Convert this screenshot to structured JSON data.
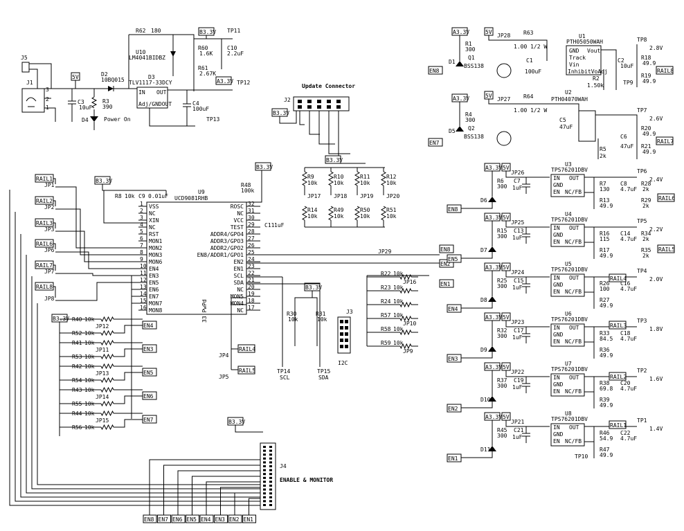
{
  "refdes": {
    "J1": "J1",
    "J2": "J2",
    "J3": "J3",
    "J4": "J4",
    "J5": "J5",
    "U1": "U1",
    "U2": "U2",
    "U3": "U3",
    "U4": "U4",
    "U5": "U5",
    "U6": "U6",
    "U7": "U7",
    "U8": "U8",
    "U9": "U9",
    "U10": "U10",
    "D1": "D1",
    "D2": "D2",
    "D3": "D3",
    "D4": "D4",
    "D5": "D5",
    "D6": "D6",
    "D7": "D7",
    "D8": "D8",
    "D9": "D9",
    "D10": "D10",
    "D11": "D11",
    "Q1": "Q1",
    "Q2": "Q2"
  },
  "texts": {
    "update_connector": "Update Connector",
    "i2c": "I2C",
    "enable_monitor": "ENABLE & MONITOR",
    "power_on": "Power On",
    "scl": "SCL",
    "sda": "SDA",
    "tp14": "TP14",
    "tp15": "TP15",
    "tp13": "TP13",
    "tp11": "TP11",
    "tp12": "TP12",
    "tp10": "TP10"
  },
  "parts": {
    "u9": "UCD9081RHB",
    "u10": "LM4041BIDBZ",
    "d3": "TLV1117-33DCY",
    "u1": "PTH05050WAH",
    "u2": "PTH04070WAH",
    "tps": "TPS76201DBV",
    "bss": "BSS138",
    "diode": "10BQ015"
  },
  "power_labels": {
    "b3v3": "B3.3V",
    "a3v3": "A3.3V",
    "v5": "5V"
  },
  "rail_outputs": [
    {
      "tp": "TP8",
      "volt": "2.8V",
      "rail": "RAIL8"
    },
    {
      "tp": "TP7",
      "volt": "2.6V",
      "rail": "RAIL7"
    },
    {
      "tp": "TP6",
      "volt": "2.4V",
      "rail": "RAIL6"
    },
    {
      "tp": "TP5",
      "volt": "2.2V",
      "rail": "RAIL5"
    },
    {
      "tp": "TP4",
      "volt": "2.0V",
      "rail": "RAIL4"
    },
    {
      "tp": "TP3",
      "volt": "1.8V",
      "rail": "RAIL3"
    },
    {
      "tp": "TP2",
      "volt": "1.6V",
      "rail": "RAIL2"
    },
    {
      "tp": "TP1",
      "volt": "1.4V",
      "rail": "RAIL1"
    }
  ],
  "u9_left_pins": [
    {
      "pin": "1",
      "name": "VSS"
    },
    {
      "pin": "2",
      "name": "NC"
    },
    {
      "pin": "3",
      "name": "XIN"
    },
    {
      "pin": "4",
      "name": "NC"
    },
    {
      "pin": "5",
      "name": "RST"
    },
    {
      "pin": "6",
      "name": "MON1"
    },
    {
      "pin": "7",
      "name": "MON2"
    },
    {
      "pin": "8",
      "name": "MON3"
    },
    {
      "pin": "9",
      "name": "MON6"
    },
    {
      "pin": "10",
      "name": "EN4"
    },
    {
      "pin": "11",
      "name": "EN3"
    },
    {
      "pin": "12",
      "name": "EN5"
    },
    {
      "pin": "13",
      "name": "EN6"
    },
    {
      "pin": "14",
      "name": "EN7"
    },
    {
      "pin": "15",
      "name": "MON7"
    },
    {
      "pin": "16",
      "name": "MON8"
    }
  ],
  "u9_right_pins": [
    {
      "pin": "32",
      "name": "ROSC"
    },
    {
      "pin": "31",
      "name": "NC"
    },
    {
      "pin": "30",
      "name": "VCC"
    },
    {
      "pin": "29",
      "name": "TEST"
    },
    {
      "pin": "28",
      "name": "ADDR4/GPO4"
    },
    {
      "pin": "27",
      "name": "ADDR3/GPO3"
    },
    {
      "pin": "26",
      "name": "ADDR2/GPO2"
    },
    {
      "pin": "25",
      "name": "EN8/ADDR1/GPO1"
    },
    {
      "pin": "24",
      "name": "EN2"
    },
    {
      "pin": "23",
      "name": "EN1"
    },
    {
      "pin": "22",
      "name": "SCL"
    },
    {
      "pin": "21",
      "name": "SDA"
    },
    {
      "pin": "20",
      "name": "NC"
    },
    {
      "pin": "19",
      "name": "MON5"
    },
    {
      "pin": "18",
      "name": "MON4"
    },
    {
      "pin": "17",
      "name": "NC"
    }
  ],
  "left_rails": [
    "RAIL1",
    "RAIL2",
    "RAIL3",
    "RAIL6",
    "RAIL7",
    "RAIL8"
  ],
  "left_jumpers": [
    "JP1",
    "JP2",
    "JP3",
    "JP6",
    "JP7",
    "JP8"
  ],
  "bottom_en_labels": [
    "EN8",
    "EN7",
    "EN6",
    "EN5",
    "EN4",
    "EN3",
    "EN2",
    "EN1"
  ],
  "en_pullups": [
    {
      "r": "R40",
      "v": "10k",
      "r2": "R52",
      "v2": "10k",
      "jp": "JP12",
      "en": "EN4"
    },
    {
      "r": "R41",
      "v": "10k",
      "r2": "R53",
      "v2": "10k",
      "jp": "JP11",
      "en": "EN3"
    },
    {
      "r": "R42",
      "v": "10k",
      "r2": "R54",
      "v2": "10k",
      "jp": "JP13",
      "en": "EN5"
    },
    {
      "r": "R43",
      "v": "10k",
      "r2": "R55",
      "v2": "10k",
      "jp": "JP14",
      "en": "EN6"
    },
    {
      "r": "R44",
      "v": "10k",
      "r2": "R56",
      "v2": "10k",
      "jp": "JP15",
      "en": "EN7"
    }
  ],
  "addr_resistors": [
    {
      "top": "R9",
      "tv": "10k",
      "jp": "JP17",
      "bot": "R14",
      "bv": "10k"
    },
    {
      "top": "R10",
      "tv": "10k",
      "jp": "JP18",
      "bot": "R49",
      "bv": "10k"
    },
    {
      "top": "R11",
      "tv": "10k",
      "jp": "JP19",
      "bot": "R50",
      "bv": "10k"
    },
    {
      "top": "R12",
      "tv": "10k",
      "jp": "JP20",
      "bot": "R51",
      "bv": "10k"
    }
  ],
  "en_right": [
    {
      "r": "R22",
      "v": "10k",
      "jp": "JP16",
      "en": "EN1"
    },
    {
      "r": "R23",
      "v": "10k",
      "jp": "",
      "en": ""
    },
    {
      "r": "R24",
      "v": "10k",
      "jp": "",
      "en": ""
    },
    {
      "r": "R57",
      "v": "10k",
      "jp": "JP10",
      "en": ""
    },
    {
      "r": "R58",
      "v": "10k",
      "jp": "",
      "en": ""
    },
    {
      "r": "R59",
      "v": "10k",
      "jp": "JP9",
      "en": ""
    }
  ],
  "misc": {
    "r62": "R62",
    "r62v": "180",
    "r60": "R60",
    "r60v": "1.6K",
    "r61": "R61",
    "r61v": "2.67K",
    "c10": "C10",
    "c10v": "2.2uF",
    "c3": "C3",
    "c3v": "10uF",
    "r3": "R3",
    "r3v": "390",
    "c4": "C4",
    "c4v": "100uF",
    "adj": "Adj/GNDOUT",
    "in": "IN",
    "out": "OUT",
    "r8": "R8",
    "r8v": "10k",
    "c9": "C9",
    "c9v": "0.01uF",
    "r48": "R48",
    "r48v": "100k",
    "c11": "C11",
    "c11v": "1uF",
    "r30": "R30",
    "r30v": "10k",
    "r31": "R31",
    "r31v": "10k",
    "pwd": "33 PwPd",
    "r63": "R63",
    "r63v": "1.00 1/2 W",
    "r64": "R64",
    "r64v": "1.00 1/2 W",
    "jp28": "JP28",
    "jp27": "JP27",
    "jp29": "JP29",
    "r1": "R1",
    "r1v": "300",
    "r4": "R4",
    "r4v": "300",
    "c1": "C1",
    "c1v": "100uF",
    "c5": "C5",
    "c5v": "47uF",
    "r2": "R2",
    "r2v": "1.50k",
    "r5": "R5",
    "r5v": "2k",
    "c2": "C2",
    "c2v": "10uF",
    "c6": "C6",
    "c6v": "47uF",
    "r18": "R18",
    "r18v": "49.9",
    "r19": "R19",
    "r19v": "49.9",
    "tp9": "TP9",
    "r20": "R20",
    "r20v": "49.9",
    "r21": "R21",
    "r21v": "49.9",
    "u1p1": "GND",
    "u1p2": "Track",
    "u1p3": "Vin",
    "u1p4": "InhibitVoAdj",
    "u1vout": "Vout",
    "jp4": "JP4",
    "jp5": "JP5",
    "rail4": "RAIL4",
    "rail5": "RAIL5"
  },
  "ldo_stages": [
    {
      "u": "U3",
      "jp": "JP26",
      "c": "C7",
      "cv": "1uF",
      "rled": "R6",
      "rledv": "300",
      "d": "D6",
      "en": "EN8",
      "rt": "R7",
      "rtv": "130",
      "rb": "R13",
      "rbv": "49.9",
      "co": "C8",
      "cov": "4.7uF",
      "rp": "R28",
      "rpv": "2k",
      "rp2": "R29",
      "rp2v": "2k"
    },
    {
      "u": "U4",
      "jp": "JP25",
      "c": "C13",
      "cv": "1uF",
      "rled": "R15",
      "rledv": "300",
      "d": "D7",
      "en": "EN5",
      "rt": "R16",
      "rtv": "115",
      "rb": "R17",
      "rbv": "49.9",
      "co": "C14",
      "cov": "4.7uF",
      "rp": "R34",
      "rpv": "2k",
      "rp2": "R35",
      "rp2v": "2k"
    },
    {
      "u": "U5",
      "jp": "JP24",
      "c": "C15",
      "cv": "1uF",
      "rled": "R25",
      "rledv": "300",
      "d": "D8",
      "en": "EN4",
      "rt": "R26",
      "rtv": "100",
      "rb": "R27",
      "rbv": "49.9",
      "co": "C16",
      "cov": "4.7uF",
      "rp": "",
      "rpv": "",
      "rp2": "",
      "rp2v": ""
    },
    {
      "u": "U6",
      "jp": "JP23",
      "c": "C17",
      "cv": "1uF",
      "rled": "R32",
      "rledv": "300",
      "d": "D9",
      "en": "EN3",
      "rt": "R33",
      "rtv": "84.5",
      "rb": "R36",
      "rbv": "49.9",
      "co": "C18",
      "cov": "4.7uF",
      "rp": "",
      "rpv": "",
      "rp2": "",
      "rp2v": ""
    },
    {
      "u": "U7",
      "jp": "JP22",
      "c": "C19",
      "cv": "1uF",
      "rled": "R37",
      "rledv": "300",
      "d": "D10",
      "en": "EN2",
      "rt": "R38",
      "rtv": "69.8",
      "rb": "R39",
      "rbv": "49.9",
      "co": "C20",
      "cov": "4.7uF",
      "rp": "",
      "rpv": "",
      "rp2": "",
      "rp2v": ""
    },
    {
      "u": "U8",
      "jp": "JP21",
      "c": "C21",
      "cv": "1uF",
      "rled": "R45",
      "rledv": "300",
      "d": "D11",
      "en": "EN1",
      "rt": "R46",
      "rtv": "54.9",
      "rb": "R47",
      "rbv": "49.9",
      "co": "C22",
      "cov": "4.7uF",
      "rp": "",
      "rpv": "",
      "rp2": "",
      "rp2v": ""
    }
  ],
  "ldo_pins": {
    "p1": "IN",
    "p2": "GND",
    "p3": "EN",
    "p4": "NC/FB",
    "p5": "OUT"
  }
}
